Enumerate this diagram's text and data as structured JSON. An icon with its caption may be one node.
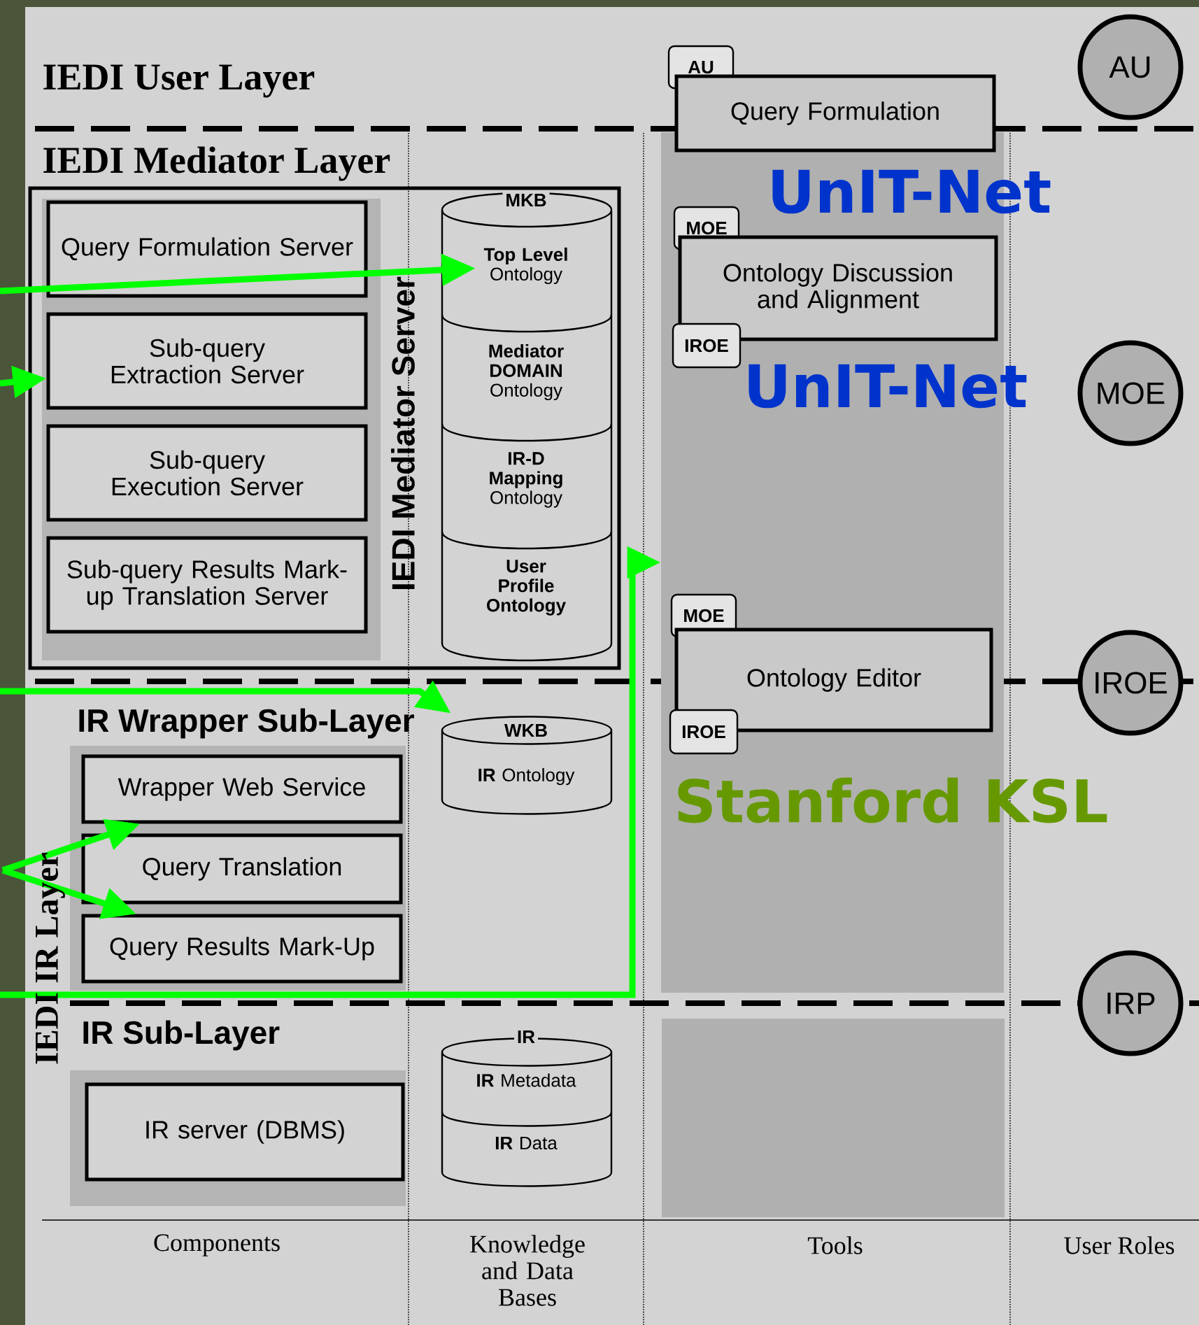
{
  "diagram": {
    "nodes": [
      {
        "text": [
          "IEDI Mediator Server"
        ]
      },
      {
        "text": [
          "Query Formulation Server"
        ],
        "in": 0
      },
      {
        "text": [
          "Sub-query Extraction Server"
        ],
        "in": 0
      },
      {
        "text": [
          "Sub-query Execution Server"
        ],
        "in": 0
      },
      {
        "text": [
          "Sub-query Results Mark-up Translation Server"
        ],
        "in": 0
      },
      {
        "text": [
          "MKB"
        ],
        "in": 0
      },
      {
        "text": [
          "**Top Level** Ontology"
        ],
        "in": 5
      },
      {
        "text": [
          "**Mediator DOMAIN** Ontology"
        ],
        "in": 5
      },
      {
        "text": [
          "**IR-D Mapping** Ontology"
        ],
        "in": 5
      },
      {
        "text": [
          "User Profile Ontology"
        ],
        "in": 5
      },
      {
        "text": [],
        "shape": "box"
      },
      {
        "text": [
          "AU"
        ]
      },
      {
        "text": [
          "Query Formulation"
        ]
      },
      {
        "text": [
          "MOE"
        ],
        "in": 10
      },
      {
        "text": [
          "Ontology Discussion and Alignment"
        ],
        "in": 10
      },
      {
        "text": [
          "IROE"
        ],
        "in": 10
      },
      {
        "text": [
          "MOE"
        ],
        "in": 10
      },
      {
        "text": [
          "Ontology Editor"
        ],
        "in": 10
      },
      {
        "text": [
          "IROE"
        ],
        "in": 10
      },
      {
        "text": [
          "AU"
        ]
      },
      {
        "text": [
          "MOE"
        ]
      },
      {
        "text": [
          "IROE"
        ]
      },
      {
        "text": [
          "IRP"
        ]
      },
      {
        "text": [
          "Wrapper Web Service"
        ]
      },
      {
        "text": [
          "Query Translation"
        ]
      },
      {
        "text": [
          "Query Results Mark-Up"
        ]
      },
      {
        "text": [
          "WKB"
        ]
      },
      {
        "text": [
          "**IR** Ontology"
        ],
        "in": 26
      },
      {
        "text": [
          "IR server (DBMS)"
        ]
      },
      {
        "text": [
          "IR"
        ]
      },
      {
        "text": [
          "**IR** Metadata"
        ],
        "in": 29
      },
      {
        "text": [
          "**IR** Data"
        ],
        "in": 29
      }
    ],
    "edges": [
      {
        "from": null,
        "to": 6,
        "arrow": "to"
      },
      {
        "from": null,
        "to": 2,
        "arrow": "to"
      },
      {
        "from": null,
        "to": 26,
        "arrow": "to"
      },
      {
        "from": null,
        "to": 10,
        "arrow": "to"
      },
      {
        "from": null,
        "to": 23,
        "arrow": "to"
      },
      {
        "from": null,
        "to": 25,
        "arrow": "to"
      }
    ],
    "labels": [
      "IEDI User Layer",
      "IEDI Mediator Layer",
      "IR Wrapper Sub-Layer",
      "IEDI IR Layer",
      "IR Sub-Layer",
      "UnIT-Net",
      "UnIT-Net",
      "Stanford KSL",
      "Components",
      "Knowledge and Data Bases",
      "Tools",
      "User Roles"
    ]
  }
}
